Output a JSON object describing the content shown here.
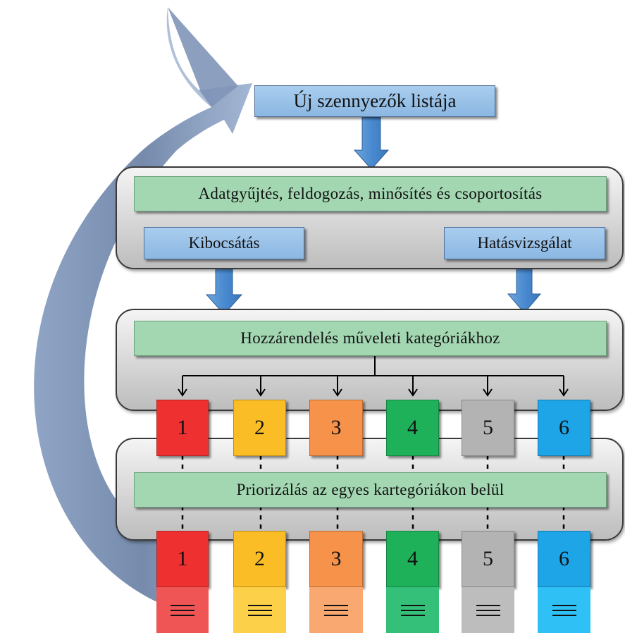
{
  "diagram": {
    "top_box": {
      "label": "Új szennyezők listája"
    },
    "panel1": {
      "bar": "Adatgyűjtés, feldogozás, minősítés és csoportosítás",
      "left_box": "Kibocsátás",
      "right_box": "Hatásvizsgálat"
    },
    "panel2": {
      "bar": "Hozzárendelés műveleti kategóriákhoz"
    },
    "panel3": {
      "bar": "Priorizálás az egyes kartegóriákon belül"
    },
    "categories": [
      {
        "label": "1",
        "color": "#ef3030",
        "doc_color": "#f05555"
      },
      {
        "label": "2",
        "color": "#fbbd25",
        "doc_color": "#fdd04a"
      },
      {
        "label": "3",
        "color": "#f7924a",
        "doc_color": "#f8a870"
      },
      {
        "label": "4",
        "color": "#1fb15a",
        "doc_color": "#35c07a"
      },
      {
        "label": "5",
        "color": "#b3b3b3",
        "doc_color": "#bdbdbd"
      },
      {
        "label": "6",
        "color": "#1ea5e7",
        "doc_color": "#2fc1f5"
      }
    ],
    "colors": {
      "blue_box": "#8bb7e2",
      "green_bar": "#a3d7b2",
      "feedback_arrow": "#7d93b3",
      "down_arrow": "#4f8fd1"
    }
  }
}
